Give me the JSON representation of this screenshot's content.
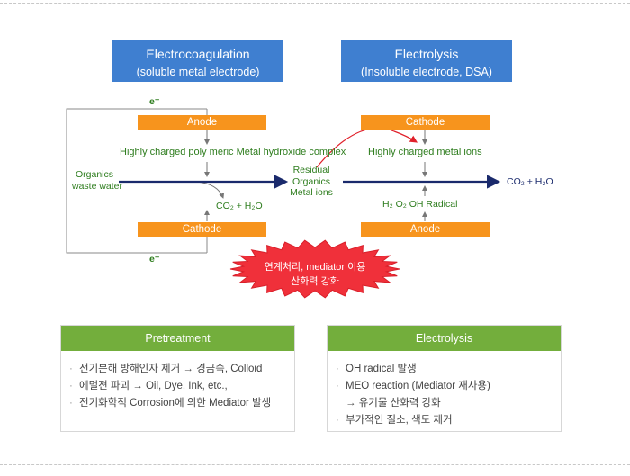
{
  "headers": {
    "left": {
      "title": "Electrocoagulation",
      "subtitle": "(soluble metal electrode)"
    },
    "right": {
      "title": "Electrolysis",
      "subtitle": "(Insoluble electrode, DSA)"
    }
  },
  "diagram": {
    "electron_top": "e⁻",
    "electron_bottom": "e⁻",
    "left_anode": "Anode",
    "left_cathode": "Cathode",
    "right_cathode": "Cathode",
    "right_anode": "Anode",
    "input_label_1": "Organics",
    "input_label_2": "waste water",
    "complex_label": "Highly charged poly meric Metal hydroxide complex",
    "co2_left": "CO₂ + H₂O",
    "residual_1": "Residual",
    "residual_2": "Organics",
    "residual_3": "Metal ions",
    "metal_ions": "Highly charged metal ions",
    "radical": "H₂ O₂ OH Radical",
    "co2_right": "CO₂ + H₂O",
    "starburst_1": "연계처리, mediator 이용",
    "starburst_2": "산화력 강화"
  },
  "panels": {
    "pretreatment": {
      "title": "Pretreatment",
      "items": [
        "전기분해 방해인자 제거 → 경금속, Colloid",
        "에멀젼 파괴 → Oil, Dye, Ink, etc.,",
        "전기화학적 Corrosion에 의한 Mediator 발생"
      ]
    },
    "electrolysis": {
      "title": "Electrolysis",
      "items": [
        "OH radical 발생",
        "MEO reaction (Mediator 재사용)",
        "→ 유기물 산화력 강화",
        "부가적인 질소, 색도 제거"
      ]
    }
  },
  "colors": {
    "header_blue": "#3f7fd0",
    "electrode_orange": "#f7941d",
    "panel_green": "#73ae3c",
    "label_green": "#2e7d1e",
    "flow_navy": "#1a2a6c",
    "starburst_red": "#f0303a"
  }
}
